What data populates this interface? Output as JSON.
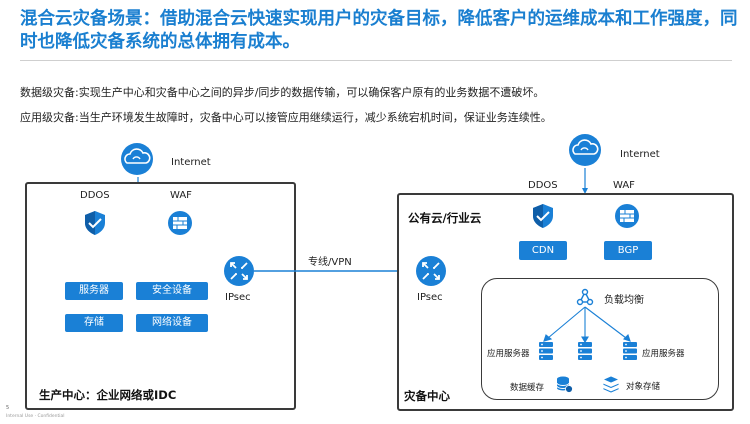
{
  "title": "混合云灾备场景：借助混合云快速实现用户的灾备目标，降低客户的运维成本和工作强度，同时也降低灾备系统的总体拥有成本。",
  "descriptions": [
    "数据级灾备:实现生产中心和灾备中心之间的异步/同步的数据传输，可以确保客户原有的业务数据不遭破坏。",
    "应用级灾备:当生产环境发生故障时，灾备中心可以接管应用继续运行，减少系统宕机时间，保证业务连续性。"
  ],
  "left": {
    "internet": "Internet",
    "ddos": "DDOS",
    "waf": "WAF",
    "ipsec": "IPsec",
    "boxes": [
      "服务器",
      "安全设备",
      "存储",
      "网络设备"
    ],
    "footer": "生产中心：企业网络或IDC"
  },
  "link_label": "专线/VPN",
  "right": {
    "internet": "Internet",
    "ddos": "DDOS",
    "waf": "WAF",
    "cloud_label": "公有云/行业云",
    "ipsec": "IPsec",
    "cdn": "CDN",
    "bgp": "BGP",
    "lb": "负载均衡",
    "app_server_left": "应用服务器",
    "app_server_right": "应用服务器",
    "data_cache": "数据缓存",
    "object_storage": "对象存储",
    "footer": "灾备中心"
  },
  "page_number": "5",
  "confidential": "Internal Use · Confidential",
  "colors": {
    "accent": "#1a80d6",
    "title": "#1a7fd0"
  }
}
